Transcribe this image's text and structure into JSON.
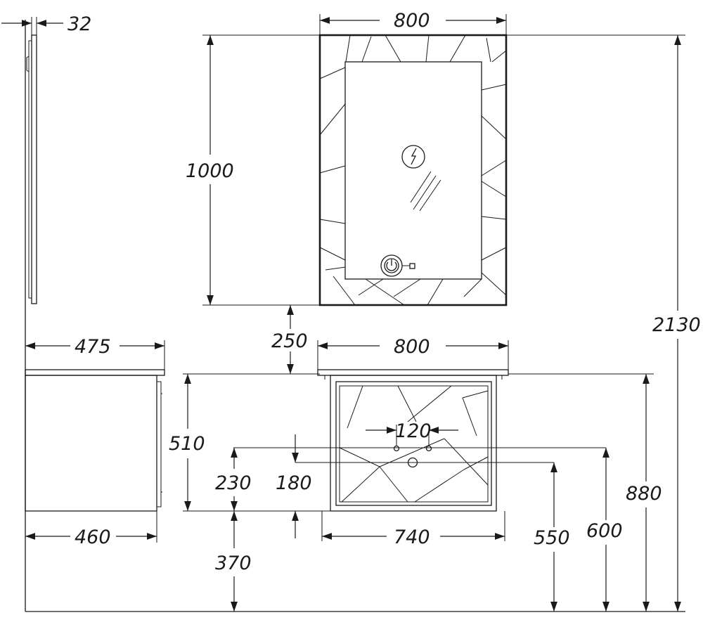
{
  "dimensions": {
    "mirror_depth": "32",
    "mirror_width": "800",
    "mirror_height": "1000",
    "total_height": "2130",
    "gap_mirror_to_cabinet": "250",
    "cabinet_top_width": "800",
    "cabinet_top_depth": "475",
    "cabinet_height": "510",
    "drain_spacing": "120",
    "inlet_height_from_top": "230",
    "drain_height_from_top": "180",
    "cabinet_depth": "460",
    "cabinet_body_width": "740",
    "drain_height_from_floor": "550",
    "inlet_height_from_floor": "600",
    "countertop_height": "880",
    "cabinet_bottom_height": "370"
  },
  "colors": {
    "line": "#1a1a1a",
    "background": "#ffffff"
  },
  "icons": [
    "side-profile-mirror",
    "lightning-icon",
    "power-button-icon",
    "reflection-lines"
  ]
}
